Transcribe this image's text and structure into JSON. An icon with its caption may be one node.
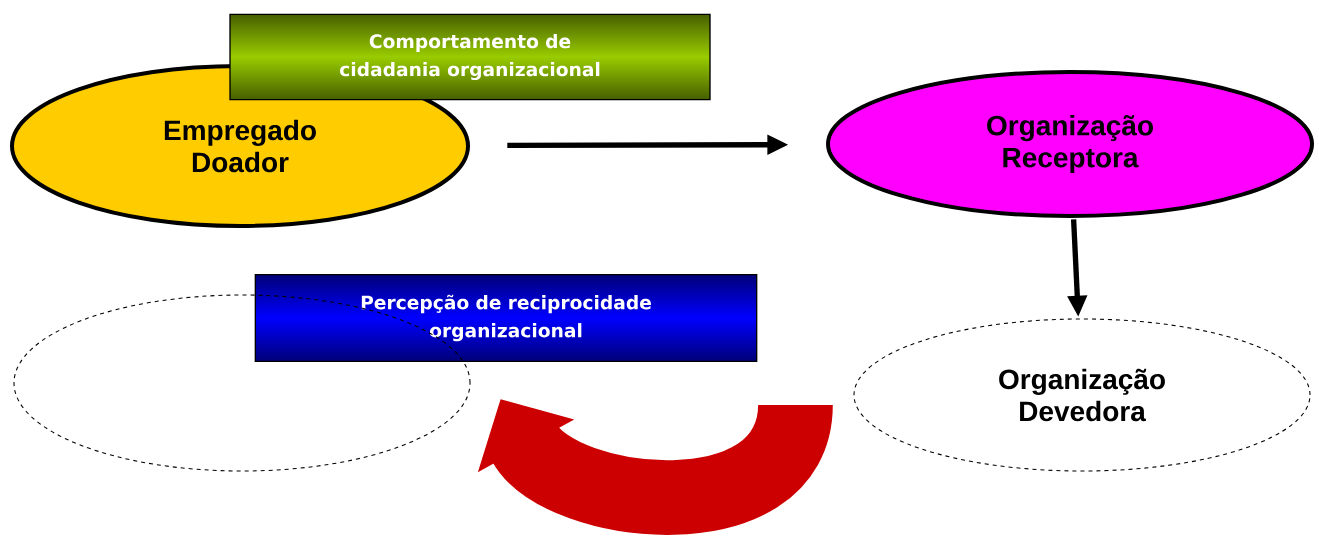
{
  "diagram": {
    "nodes": [
      {
        "text": [
          "Empregado Doador"
        ]
      },
      {
        "text": [
          "Comportamento de cidadania organizacional"
        ]
      },
      {
        "text": [
          "Organização Receptora"
        ]
      },
      {
        "text": [
          "Percepção de reciprocidade organizacional"
        ]
      },
      {
        "text": [],
        "shape": "ellipse"
      },
      {
        "text": [
          "Organização Devedora"
        ]
      }
    ],
    "edges": [
      {
        "from": 0,
        "to": 2,
        "arrow": "to"
      },
      {
        "from": 2,
        "to": 5,
        "arrow": "to"
      },
      {
        "from": 5,
        "to": 4,
        "arrow": "to",
        "style": "thick",
        "color": "#cc0000"
      }
    ]
  }
}
